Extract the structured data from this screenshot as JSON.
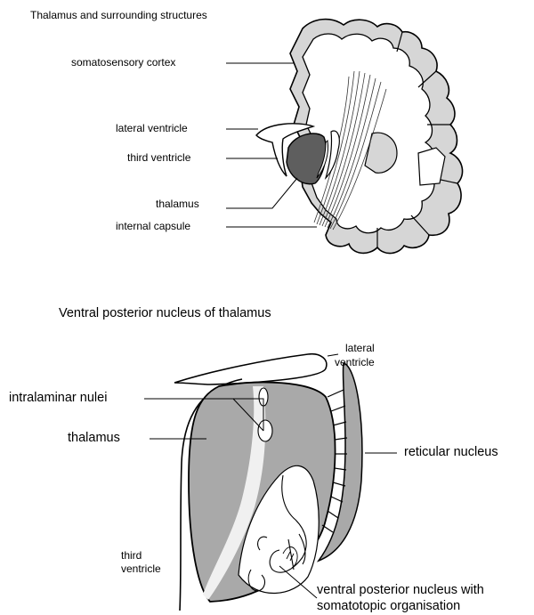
{
  "top_diagram": {
    "title": "Thalamus and surrounding structures",
    "labels": {
      "somatosensory_cortex": "somatosensory cortex",
      "lateral_ventricle": "lateral ventricle",
      "third_ventricle": "third ventricle",
      "thalamus": "thalamus",
      "internal_capsule": "internal capsule"
    }
  },
  "bottom_diagram": {
    "title": "Ventral posterior nucleus of thalamus",
    "labels": {
      "lateral_ventricle_line1": "lateral",
      "lateral_ventricle_line2": "ventricle",
      "intralaminar_nuclei": "intralaminar nulei",
      "thalamus": "thalamus",
      "reticular_nucleus": "reticular nucleus",
      "third_ventricle_line1": "third",
      "third_ventricle_line2": "ventricle",
      "vpn_line1": "ventral posterior nucleus with",
      "vpn_line2": "somatotopic organisation"
    }
  },
  "colors": {
    "tissue_light": "#d6d6d6",
    "tissue_medium": "#a9a9a9",
    "thalamus_dark": "#5e5e5e",
    "outline": "#000000"
  }
}
